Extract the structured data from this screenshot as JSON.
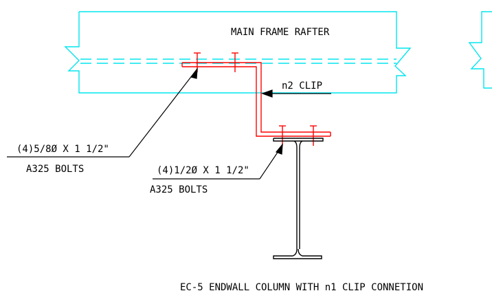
{
  "drawing": {
    "colors": {
      "rafter": "#00e5ee",
      "clip": "#ff0000",
      "linework": "#000000",
      "background": "#ffffff"
    },
    "labels": {
      "rafter": "MAIN FRAME RAFTER",
      "clip": "n2 CLIP",
      "bolt_set_1_size": "(4)5/8Ø X 1 1/2\"",
      "bolt_set_1_grade": "A325 BOLTS",
      "bolt_set_2_size": "(4)1/2Ø X 1 1/2\"",
      "bolt_set_2_grade": "A325 BOLTS",
      "caption": "EC-5 ENDWALL COLUMN WITH n1 CLIP CONNETION"
    }
  }
}
